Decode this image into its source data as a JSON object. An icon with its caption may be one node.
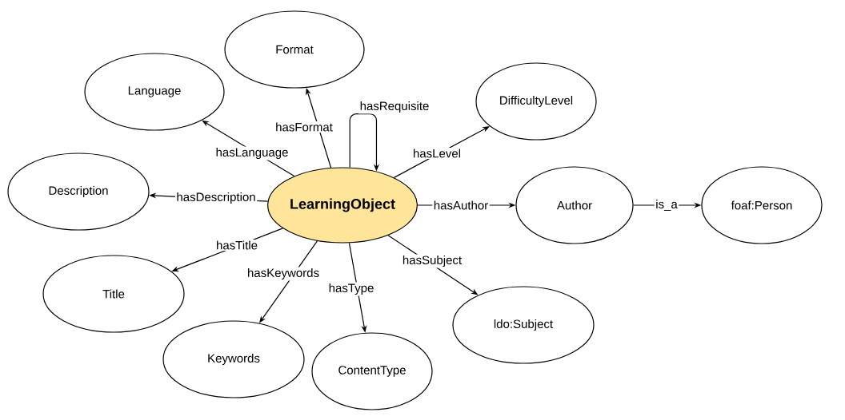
{
  "diagram": {
    "nodes": [
      {
        "text": [
          "LearningObject"
        ]
      },
      {
        "text": [
          "Format"
        ]
      },
      {
        "text": [
          "Language"
        ]
      },
      {
        "text": [
          "DifficultyLevel"
        ]
      },
      {
        "text": [
          "Description"
        ]
      },
      {
        "text": [
          "Author"
        ]
      },
      {
        "text": [
          "foaf:Person"
        ]
      },
      {
        "text": [
          "Title"
        ]
      },
      {
        "text": [
          "ldo:Subject"
        ]
      },
      {
        "text": [
          "Keywords"
        ]
      },
      {
        "text": [
          "ContentType"
        ]
      }
    ],
    "edges": [
      {
        "from": 0,
        "to": 1,
        "arrow": "to",
        "label": "hasFormat"
      },
      {
        "from": 0,
        "to": 2,
        "arrow": "to",
        "label": "hasLanguage"
      },
      {
        "from": 0,
        "to": 0,
        "arrow": "to",
        "label": "hasRequisite"
      },
      {
        "from": 0,
        "to": 3,
        "arrow": "to",
        "label": "hasLevel"
      },
      {
        "from": 0,
        "to": 4,
        "arrow": "to",
        "label": "hasDescription"
      },
      {
        "from": 0,
        "to": 5,
        "arrow": "to",
        "label": "hasAuthor"
      },
      {
        "from": 5,
        "to": 6,
        "arrow": "to",
        "label": "is_a"
      },
      {
        "from": 0,
        "to": 7,
        "arrow": "to",
        "label": "hasTitle"
      },
      {
        "from": 0,
        "to": 9,
        "arrow": "to",
        "label": "hasKeywords"
      },
      {
        "from": 0,
        "to": 10,
        "arrow": "to",
        "label": "hasType"
      },
      {
        "from": 0,
        "to": 8,
        "arrow": "to",
        "label": "hasSubject"
      }
    ]
  }
}
